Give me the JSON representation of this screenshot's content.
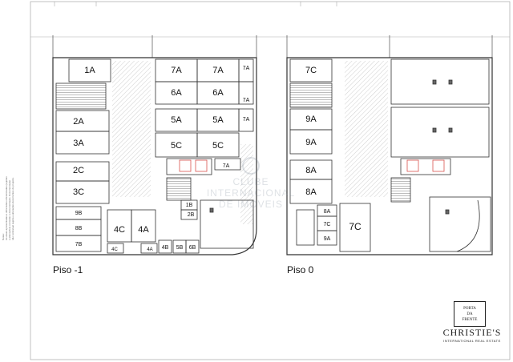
{
  "floors": [
    {
      "name": "Piso -1",
      "units": [
        {
          "id": "u-1A",
          "label": "1A"
        },
        {
          "id": "u-7A-1",
          "label": "7A"
        },
        {
          "id": "u-7A-2",
          "label": "7A"
        },
        {
          "id": "u-7A-3",
          "label": "7A"
        },
        {
          "id": "u-6A-1",
          "label": "6A"
        },
        {
          "id": "u-6A-2",
          "label": "6A"
        },
        {
          "id": "u-7A-4",
          "label": "7A"
        },
        {
          "id": "u-2A",
          "label": "2A"
        },
        {
          "id": "u-5A-1",
          "label": "5A"
        },
        {
          "id": "u-5A-2",
          "label": "5A"
        },
        {
          "id": "u-7A-5",
          "label": "7A"
        },
        {
          "id": "u-3A",
          "label": "3A"
        },
        {
          "id": "u-5C-1",
          "label": "5C"
        },
        {
          "id": "u-5C-2",
          "label": "5C"
        },
        {
          "id": "u-7A-6",
          "label": "7A"
        },
        {
          "id": "u-2C",
          "label": "2C"
        },
        {
          "id": "u-3C",
          "label": "3C"
        },
        {
          "id": "u-9B",
          "label": "9B"
        },
        {
          "id": "u-8B",
          "label": "8B"
        },
        {
          "id": "u-7B",
          "label": "7B"
        },
        {
          "id": "u-4C",
          "label": "4C"
        },
        {
          "id": "u-4A",
          "label": "4A"
        },
        {
          "id": "u-1B",
          "label": "1B"
        },
        {
          "id": "u-2B",
          "label": "2B"
        },
        {
          "id": "u-4C-s",
          "label": "4C"
        },
        {
          "id": "u-4A-s",
          "label": "4A"
        },
        {
          "id": "u-4B",
          "label": "4B"
        },
        {
          "id": "u-5B",
          "label": "5B"
        },
        {
          "id": "u-6B",
          "label": "6B"
        }
      ]
    },
    {
      "name": "Piso 0",
      "units": [
        {
          "id": "g-7C",
          "label": "7C"
        },
        {
          "id": "g-9A-1",
          "label": "9A"
        },
        {
          "id": "g-9A-2",
          "label": "9A"
        },
        {
          "id": "g-8A-1",
          "label": "8A"
        },
        {
          "id": "g-8A-2",
          "label": "8A"
        },
        {
          "id": "g-8A-s",
          "label": "8A"
        },
        {
          "id": "g-7C-s",
          "label": "7C"
        },
        {
          "id": "g-9A-s",
          "label": "9A"
        },
        {
          "id": "g-7C-big",
          "label": "7C"
        }
      ]
    }
  ],
  "watermark": {
    "line1": "CLUBE INTERNACIONAL",
    "line2": "DE IMÓVEIS"
  },
  "badge": {
    "line1": "PORTA",
    "line2": "DA",
    "line3": "FRENTE"
  },
  "brand": {
    "name": "CHRISTIE'S",
    "tagline": "INTERNATIONAL REAL ESTATE"
  },
  "notes": {
    "title": "Notas:",
    "lines": [
      "As áreas apresentadas e dimensões referenciadas (sujeitas",
      "a alterações) consultar a documentação. Documentação",
      "não contratual sujeita a alterações decorrentes do projecto."
    ]
  },
  "colors": {
    "line": "#333333",
    "accent": "#d9534f",
    "hatch": "#bdbdbd"
  }
}
